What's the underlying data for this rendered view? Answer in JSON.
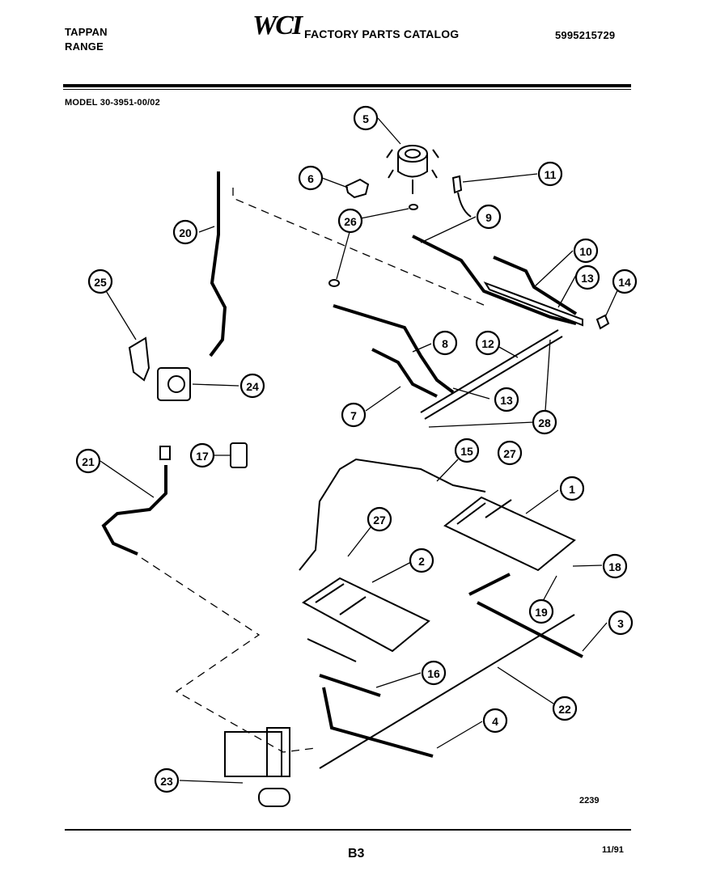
{
  "header": {
    "brand": "TAPPAN",
    "product": "RANGE",
    "logo": "WCI",
    "catalog_title": "FACTORY PARTS CATALOG",
    "catalog_number": "5995215729",
    "model": "MODEL 30-3951-00/02"
  },
  "footer": {
    "page": "B3",
    "date": "11/91",
    "drawing_number": "2239"
  },
  "callouts": [
    {
      "id": "c5",
      "label": "5"
    },
    {
      "id": "c6",
      "label": "6"
    },
    {
      "id": "c11",
      "label": "11"
    },
    {
      "id": "c20",
      "label": "20"
    },
    {
      "id": "c26a",
      "label": "26"
    },
    {
      "id": "c9",
      "label": "9"
    },
    {
      "id": "c10",
      "label": "10"
    },
    {
      "id": "c13a",
      "label": "13"
    },
    {
      "id": "c14",
      "label": "14"
    },
    {
      "id": "c25",
      "label": "25"
    },
    {
      "id": "c8",
      "label": "8"
    },
    {
      "id": "c12",
      "label": "12"
    },
    {
      "id": "c24",
      "label": "24"
    },
    {
      "id": "c13b",
      "label": "13"
    },
    {
      "id": "c7",
      "label": "7"
    },
    {
      "id": "c28",
      "label": "28"
    },
    {
      "id": "c21",
      "label": "21"
    },
    {
      "id": "c17",
      "label": "17"
    },
    {
      "id": "c15",
      "label": "15"
    },
    {
      "id": "c27a",
      "label": "27"
    },
    {
      "id": "c1",
      "label": "1"
    },
    {
      "id": "c27b",
      "label": "27"
    },
    {
      "id": "c2",
      "label": "2"
    },
    {
      "id": "c18",
      "label": "18"
    },
    {
      "id": "c19",
      "label": "19"
    },
    {
      "id": "c3",
      "label": "3"
    },
    {
      "id": "c16",
      "label": "16"
    },
    {
      "id": "c22",
      "label": "22"
    },
    {
      "id": "c4",
      "label": "4"
    },
    {
      "id": "c23",
      "label": "23"
    }
  ]
}
